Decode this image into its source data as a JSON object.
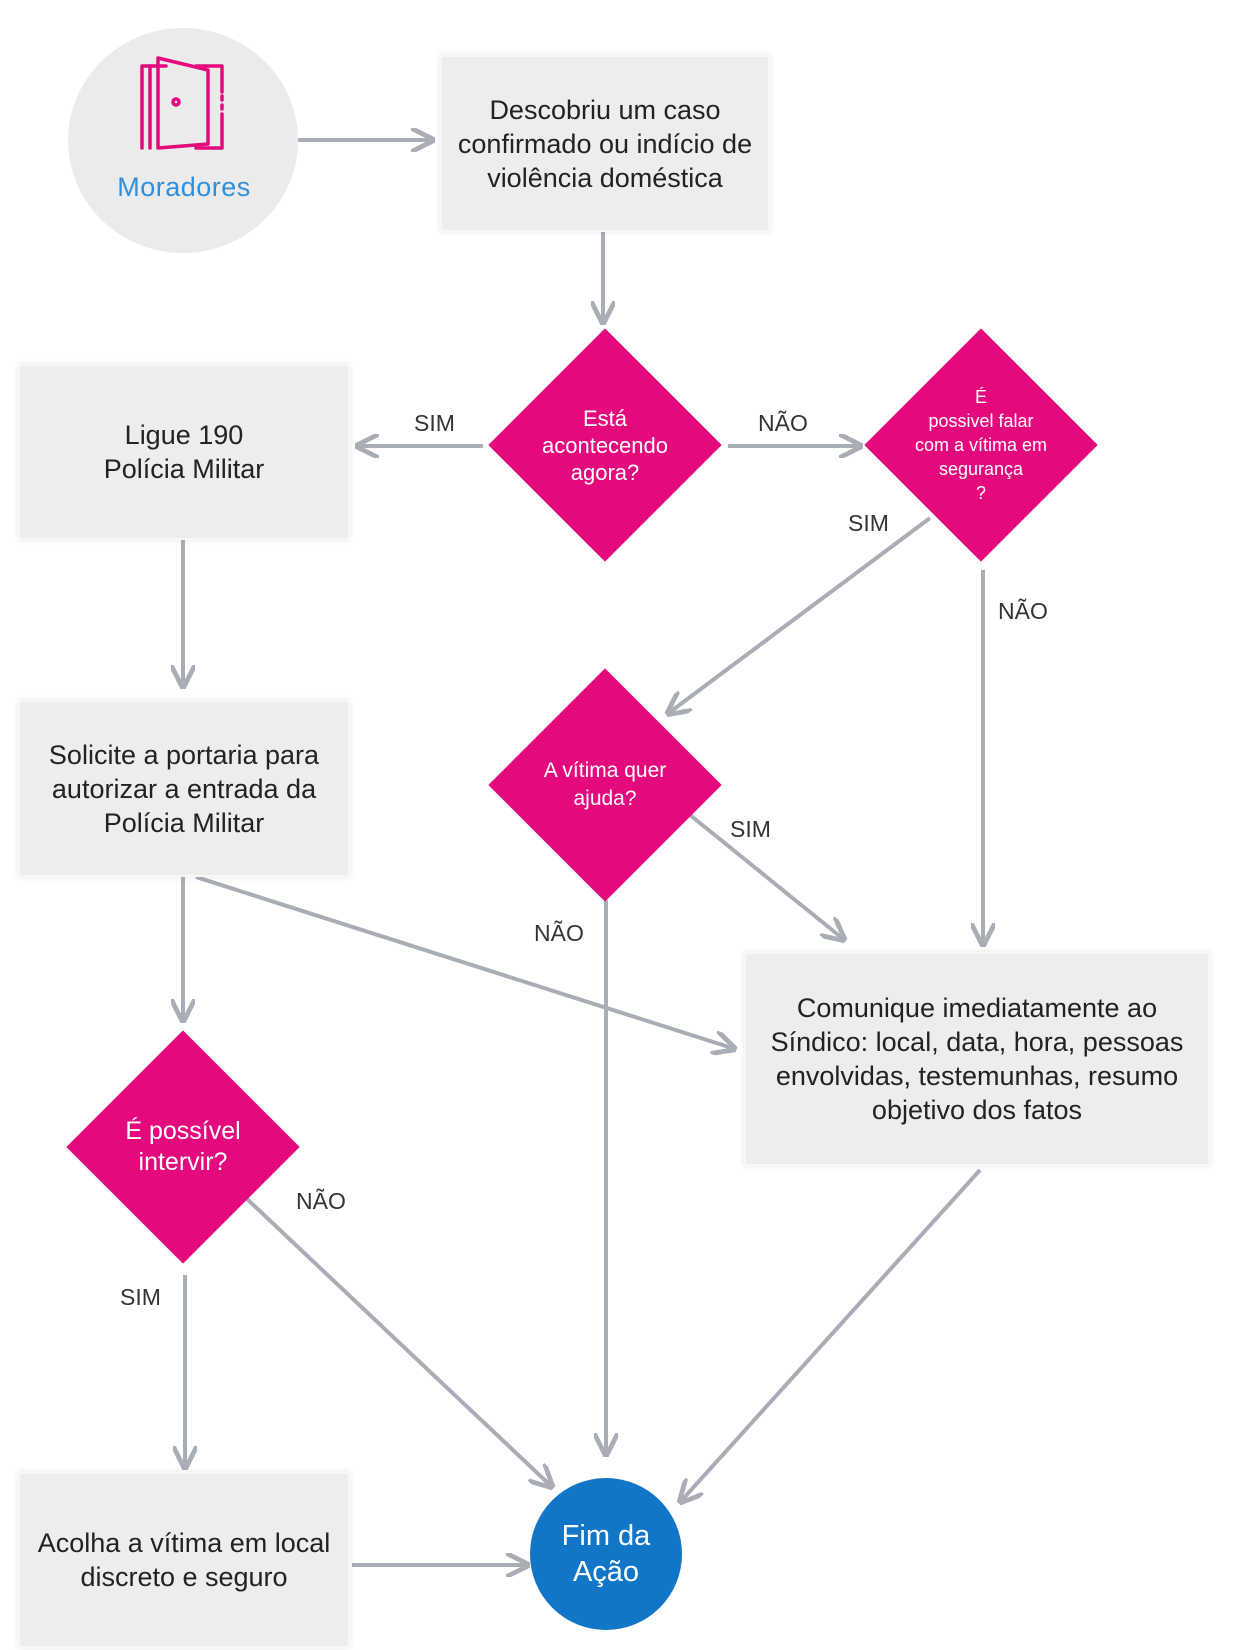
{
  "start": {
    "label": "Moradores",
    "icon": "door-icon"
  },
  "nodes": {
    "discover": "Descobriu um caso\nconfirmado ou indício de\nviolência doméstica",
    "happening_now": "Está\nacontecendo\nagora?",
    "safe_to_talk": "É\npossivel falar\ncom a vítima em\nsegurança\n?",
    "call_190": "Ligue 190\nPolícia Militar",
    "ask_portaria": "Solicite a portaria para\nautorizar a entrada da\nPolícia Militar",
    "victim_wants_help": "A vítima quer\najuda?",
    "inform_sindico": "Comunique imediatamente ao\nSíndico: local, data, hora, pessoas\nenvolvidas, testemunhas, resumo\nobjetivo dos fatos",
    "can_intervene": "É possível\nintervir?",
    "welcome_victim": "Acolha a vítima em local\ndiscreto e seguro",
    "end": "Fim da\nAção"
  },
  "edge_labels": {
    "happening_yes": "SIM",
    "happening_no": "NÃO",
    "safe_yes": "SIM",
    "safe_no": "NÃO",
    "help_yes": "SIM",
    "help_no": "NÃO",
    "intervene_no": "NÃO",
    "intervene_yes": "SIM"
  },
  "colors": {
    "decision": "#e5097e",
    "process_box": "#ededed",
    "end_circle": "#1276c8",
    "start_label": "#2f8fdb",
    "icon": "#e5097e",
    "arrow": "#a9adb5"
  }
}
